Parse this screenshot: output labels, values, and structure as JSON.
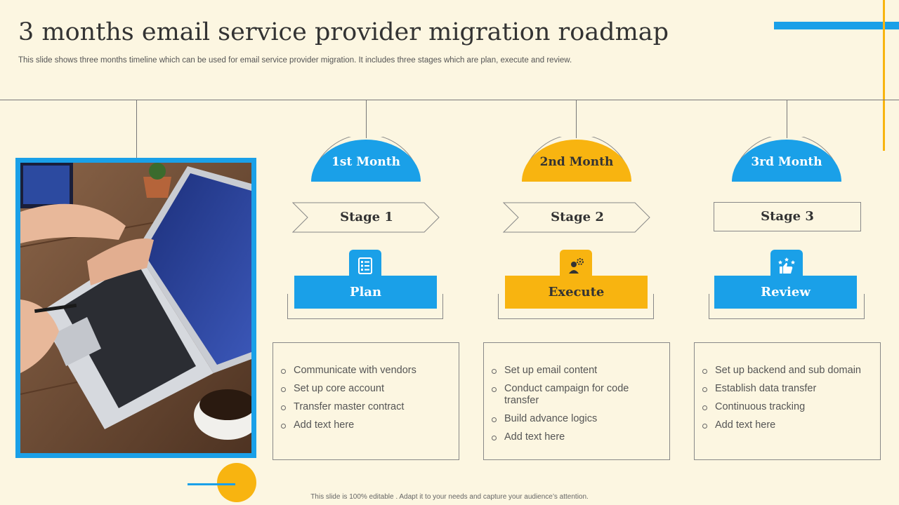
{
  "slide": {
    "title": "3 months email service provider migration roadmap",
    "subtitle": "This slide shows three months timeline which can be used for email service provider migration. It includes three stages which are plan, execute and review.",
    "footer": "This slide is 100% editable . Adapt it to your needs and capture your audience’s attention."
  },
  "colors": {
    "background": "#fcf6e1",
    "blue": "#1aa0e8",
    "yellow": "#f8b410",
    "text": "#333333"
  },
  "columns": [
    {
      "month": "1st Month",
      "stage": "Stage 1",
      "phase": "Plan",
      "icon": "checklist-icon",
      "color": "blue",
      "items": [
        "Communicate with vendors",
        "Set up core account",
        "Transfer master contract",
        "Add text here"
      ]
    },
    {
      "month": "2nd Month",
      "stage": "Stage 2",
      "phase": "Execute",
      "icon": "person-gear-icon",
      "color": "yellow",
      "items": [
        "Set up email content",
        "Conduct campaign for code transfer",
        "Build advance logics",
        "Add text here"
      ]
    },
    {
      "month": "3rd Month",
      "stage": "Stage 3",
      "phase": "Review",
      "icon": "thumbs-up-stars-icon",
      "color": "blue",
      "items": [
        "Set up backend and sub domain",
        "Establish data transfer",
        "Continuous tracking",
        "Add text here"
      ]
    }
  ],
  "photo": {
    "description_icon": "laptop-photo"
  }
}
